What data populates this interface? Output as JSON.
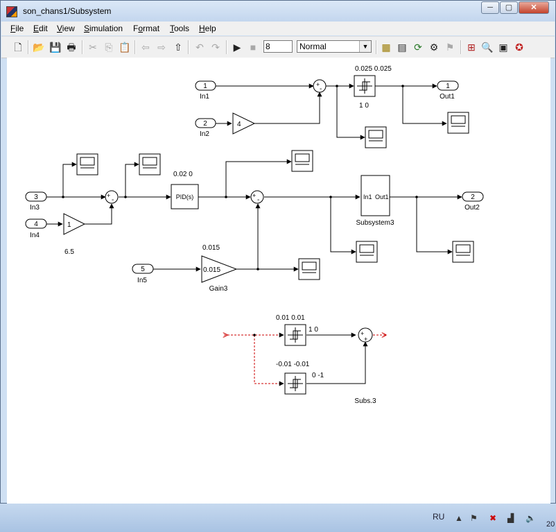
{
  "window": {
    "title": "son_chans1/Subsystem",
    "minimize": "─",
    "maximize": "▢",
    "close": "✕"
  },
  "menu": {
    "file": {
      "key": "F",
      "rest": "ile"
    },
    "edit": {
      "key": "E",
      "rest": "dit"
    },
    "view": {
      "key": "V",
      "rest": "iew"
    },
    "simulation": {
      "key": "S",
      "rest": "imulation"
    },
    "format": {
      "pre": "F",
      "key": "o",
      "rest": "rmat"
    },
    "tools": {
      "key": "T",
      "rest": "ools"
    },
    "help": {
      "key": "H",
      "rest": "elp"
    }
  },
  "toolbar": {
    "stop_time": "8",
    "sim_mode": "Normal",
    "icons": {
      "new": "🗋",
      "open": "📂",
      "save": "💾",
      "print": "🖶",
      "cut": "✂",
      "copy": "⎘",
      "paste": "📋",
      "back": "⇦",
      "forward": "⇨",
      "up": "⇧",
      "undo": "↶",
      "redo": "↷",
      "start": "▶",
      "stop": "■",
      "library": "▦",
      "model": "▤",
      "update": "⟳",
      "build": "⚙",
      "debug": "⚑",
      "explorer": "⊞",
      "zoom": "🔍",
      "advisor": "▣",
      "profiler": "✪"
    }
  },
  "blocks": {
    "in1": {
      "num": "1",
      "label": "In1"
    },
    "in2": {
      "num": "2",
      "label": "In2"
    },
    "in3": {
      "num": "3",
      "label": "In3"
    },
    "in4": {
      "num": "4",
      "label": "In4"
    },
    "in5": {
      "num": "5",
      "label": "In5"
    },
    "out1": {
      "num": "1",
      "label": "Out1"
    },
    "out2": {
      "num": "2",
      "label": "Out2"
    },
    "gain_in2": {
      "value": "4"
    },
    "gain_in4": {
      "value": "1",
      "annot": "6.5"
    },
    "gain3": {
      "value": "0.015",
      "annot": "0.015",
      "label": "Gain3"
    },
    "relay_top": {
      "annot_top": "0.025  0.025",
      "annot_bottom": "1  0"
    },
    "pid": {
      "text": "PID(s)",
      "annot": "0.02  0"
    },
    "subsystem3": {
      "in": "In1",
      "out": "Out1",
      "label": "Subsystem3"
    },
    "relay_a": {
      "annot_top": "0.01  0.01",
      "annot_right": "1  0"
    },
    "relay_b": {
      "annot_top": "-0.01  -0.01",
      "annot_right": "0  -1"
    },
    "sum_labels": {
      "plus": "+",
      "minus": "-"
    },
    "subs3_label": "Subs.3"
  },
  "taskbar": {
    "lang": "RU",
    "clock": "20"
  }
}
